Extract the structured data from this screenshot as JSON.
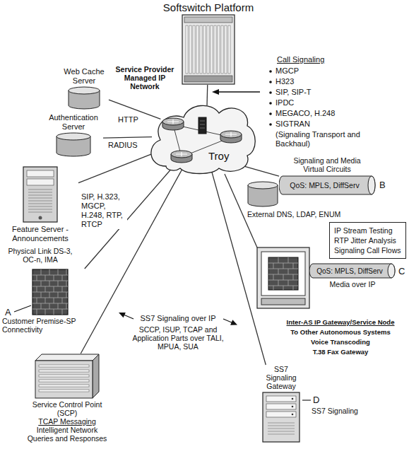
{
  "diagram": {
    "nodes": [
      {
        "text": [
          "Softswitch Platform"
        ]
      },
      {
        "text": [
          "Web Cache Server"
        ]
      },
      {
        "text": [
          "Authentication Server"
        ]
      },
      {
        "text": [
          "Troy"
        ]
      },
      {
        "text": [
          "QoS: MPLS, DiffServ"
        ]
      },
      {
        "text": [
          "IP Stream Testing",
          "RTP Jitter Analysis",
          "Signaling Call Flows"
        ]
      },
      {
        "text": [
          "Feature Server - Announcements"
        ]
      },
      {
        "text": [
          "External DNS, LDAP, ENUM"
        ]
      },
      {
        "text": [
          "Customer Premise-SP Connectivity"
        ]
      },
      {
        "text": [
          "QoS: MPLS, DiffServ",
          "Media over IP"
        ]
      },
      {
        "text": [
          "Service Control Point (SCP)",
          "TCAP Messaging",
          "Intelligent Network Queries and Responses"
        ]
      },
      {
        "text": [
          "SS7 Signaling Gateway"
        ]
      }
    ],
    "edges": [
      {
        "from": 3,
        "to": 0,
        "arrow": "none"
      },
      {
        "from": 3,
        "to": 1,
        "label": "HTTP",
        "arrow": "none"
      },
      {
        "from": 3,
        "to": 2,
        "label": "RADIUS",
        "arrow": "none"
      },
      {
        "from": 3,
        "to": 4,
        "arrow": "none"
      },
      {
        "from": 3,
        "to": 6,
        "label": "SIP, H.323, MGCP, H.248, RTP, RTCP",
        "arrow": "none"
      },
      {
        "from": 3,
        "to": 8,
        "arrow": "none"
      },
      {
        "from": 3,
        "to": 10,
        "arrow": "none"
      },
      {
        "from": 3,
        "to": 11,
        "arrow": "none"
      }
    ],
    "labels": [
      "Service Provider Managed IP Network",
      "Call Signaling",
      "MGCP",
      "H323",
      "SIP, SIP-T",
      "IPDC",
      "MEGACO, H.248",
      "SIGTRAN",
      "(Signaling Transport and Backhaul)",
      "Signaling and Media Virtual Circuits",
      "B",
      "C",
      "Physical Link DS-3, OC-n, IMA",
      "A",
      "SS7 Signaling over IP",
      "SCCP, ISUP, TCAP and Application Parts over TALI, MPUA, SUA",
      "Inter-AS IP Gateway/Service Node",
      "To Other Autonomous Systems",
      "Voice Transcoding",
      "T.38 Fax Gateway",
      "D",
      "SS7 Signaling"
    ]
  }
}
